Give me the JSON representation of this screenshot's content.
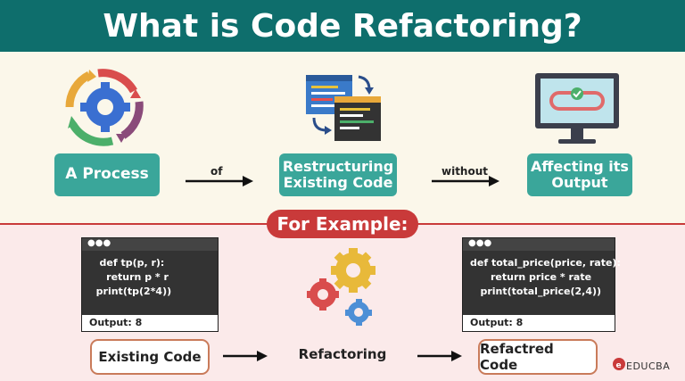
{
  "title": "What is Code Refactoring?",
  "concept": {
    "box1": "A Process",
    "connector1": "of",
    "box2": "Restructuring\nExisting Code",
    "connector2": "without",
    "box3": "Affecting its\nOutput"
  },
  "example_label": "For Example:",
  "code_before": {
    "lines": "   def tp(p, r):\n     return p * r\n  print(tp(2*4))",
    "output": "Output: 8",
    "label": "Existing Code"
  },
  "middle_label": "Refactoring",
  "code_after": {
    "lines": "def total_price(price, rate):\n      return price * rate\n   print(total_price(2,4))",
    "output": "Output: 8",
    "label": "Refactred Code"
  },
  "brand": "EDUCBA",
  "colors": {
    "header": "#0e6e6c",
    "teal": "#3aa69a",
    "red": "#c93a3a",
    "top_bg": "#fbf7ea",
    "bottom_bg": "#fbeaea"
  }
}
